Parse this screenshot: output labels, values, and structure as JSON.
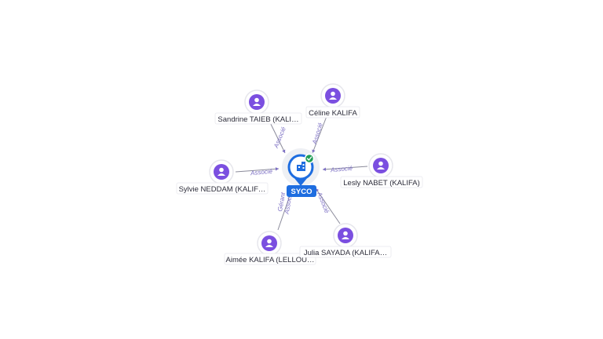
{
  "company": {
    "name": "SYCO",
    "icon": "building-icon",
    "status_icon": "check-badge-icon",
    "status_color": "#1f9d55",
    "accent_color": "#1e6de0"
  },
  "people_color": "#7b4fe0",
  "people": [
    {
      "name": "Sandrine TAIEB (KALI…",
      "relation": "Associé",
      "icon": "person-icon"
    },
    {
      "name": "Céline KALIFA",
      "relation": "Associé",
      "icon": "person-icon"
    },
    {
      "name": "Sylvie NEDDAM (KALIF…",
      "relation": "Associé",
      "icon": "person-icon"
    },
    {
      "name": "Lesly NABET (KALIFA)",
      "relation": "Associé",
      "icon": "person-icon"
    },
    {
      "name": "Aimée KALIFA (LELLOU…",
      "relation": "Gérant / Associé",
      "relation_lines": [
        "Gérant",
        "Associé"
      ],
      "icon": "person-icon"
    },
    {
      "name": "Julia SAYADA (KALIFA…",
      "relation": "Associé",
      "icon": "person-icon"
    }
  ]
}
